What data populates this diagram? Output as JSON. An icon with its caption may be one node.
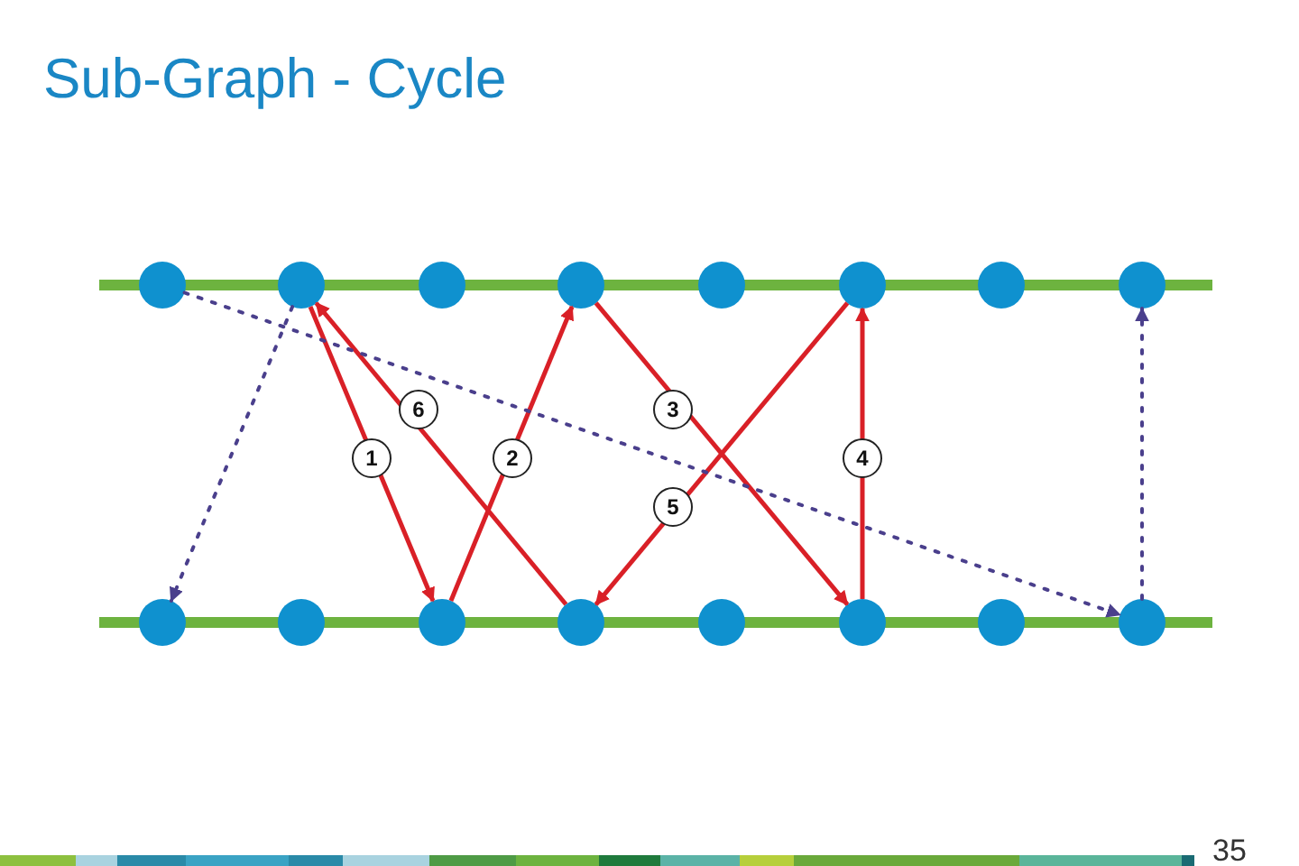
{
  "diagram": {
    "title": "Sub-Graph - Cycle",
    "nodes": [
      {
        "text": [],
        "shape": "circle"
      },
      {
        "text": [],
        "shape": "circle"
      },
      {
        "text": [],
        "shape": "circle"
      },
      {
        "text": [],
        "shape": "circle"
      },
      {
        "text": [],
        "shape": "circle"
      },
      {
        "text": [],
        "shape": "circle"
      },
      {
        "text": [],
        "shape": "circle"
      },
      {
        "text": [],
        "shape": "circle"
      },
      {
        "text": [],
        "shape": "circle"
      },
      {
        "text": [],
        "shape": "circle"
      },
      {
        "text": [],
        "shape": "circle"
      },
      {
        "text": [],
        "shape": "circle"
      },
      {
        "text": [],
        "shape": "circle"
      },
      {
        "text": [],
        "shape": "circle"
      },
      {
        "text": [],
        "shape": "circle"
      },
      {
        "text": [],
        "shape": "circle"
      }
    ],
    "edges": [
      {
        "from": 1,
        "to": 10,
        "arrow": "to",
        "label": "1"
      },
      {
        "from": 10,
        "to": 3,
        "arrow": "to",
        "label": "2"
      },
      {
        "from": 3,
        "to": 13,
        "arrow": "to",
        "label": "3"
      },
      {
        "from": 13,
        "to": 5,
        "arrow": "to",
        "label": "4"
      },
      {
        "from": 5,
        "to": 11,
        "arrow": "to",
        "label": "5"
      },
      {
        "from": 11,
        "to": 1,
        "arrow": "to",
        "label": "6"
      },
      {
        "from": 1,
        "to": 8,
        "arrow": "to",
        "style": "dashed",
        "color": "#4a3f8c"
      },
      {
        "from": 0,
        "to": 15,
        "arrow": "to",
        "style": "dashed",
        "color": "#4a3f8c"
      },
      {
        "from": 15,
        "to": 7,
        "arrow": "to",
        "style": "dashed",
        "color": "#4a3f8c"
      }
    ],
    "labels": [
      "35"
    ]
  }
}
